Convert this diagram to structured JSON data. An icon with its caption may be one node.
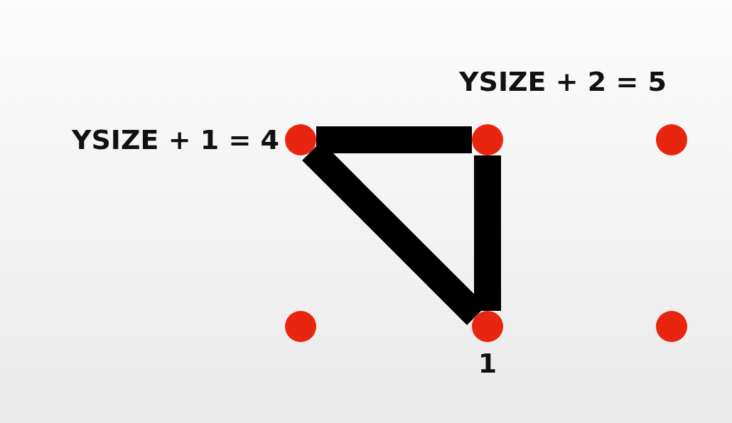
{
  "diagram": {
    "nodes": [
      {
        "text": [],
        "shape": "circle",
        "beside": [
          "YSIZE + 1 = 4"
        ]
      },
      {
        "text": [],
        "shape": "circle",
        "beside": [
          "YSIZE + 2 = 5"
        ]
      },
      {
        "text": [],
        "shape": "circle"
      },
      {
        "text": [],
        "shape": "circle"
      },
      {
        "text": [],
        "shape": "circle",
        "beside": [
          "1"
        ]
      },
      {
        "text": [],
        "shape": "circle"
      }
    ],
    "edges": [
      {
        "from": 0,
        "to": 1,
        "arrow": "none"
      },
      {
        "from": 1,
        "to": 4,
        "arrow": "none"
      },
      {
        "from": 0,
        "to": 4,
        "arrow": "none"
      }
    ]
  }
}
